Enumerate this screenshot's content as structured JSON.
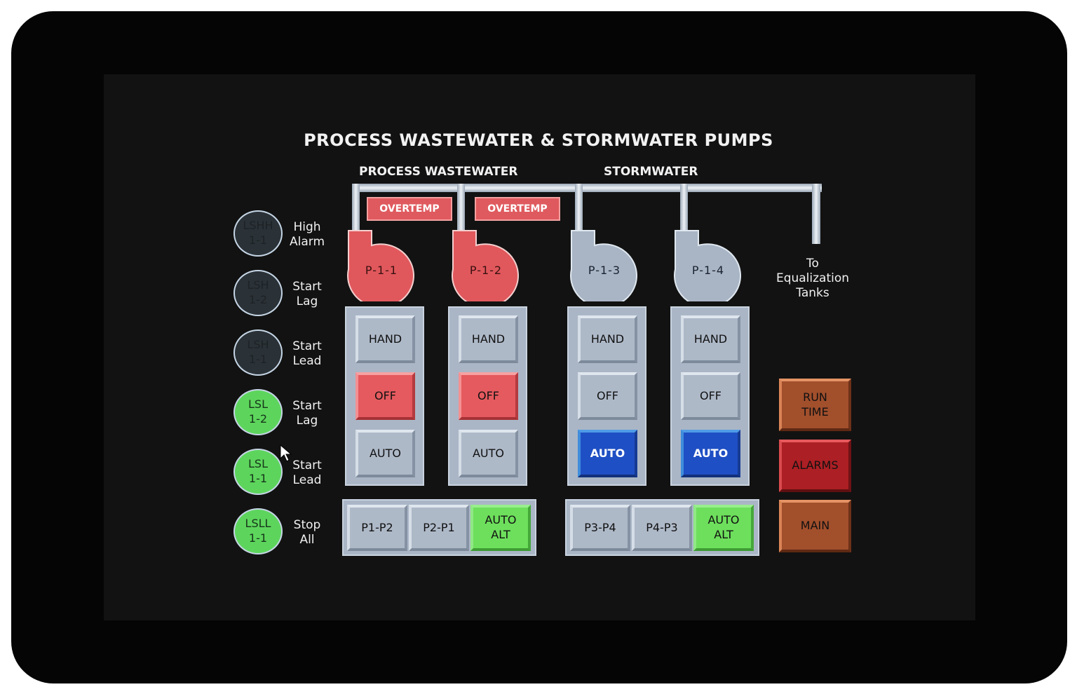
{
  "title": "PROCESS WASTEWATER & STORMWATER PUMPS",
  "sections": {
    "process": "PROCESS WASTEWATER",
    "storm": "STORMWATER"
  },
  "alarms": [
    "OVERTEMP",
    "OVERTEMP"
  ],
  "pumps": [
    {
      "id": "P-1-1",
      "state_color": "#e0585c"
    },
    {
      "id": "P-1-2",
      "state_color": "#e0585c"
    },
    {
      "id": "P-1-3",
      "state_color": "#a9b5c5"
    },
    {
      "id": "P-1-4",
      "state_color": "#a9b5c5"
    }
  ],
  "mode_labels": {
    "hand": "HAND",
    "off": "OFF",
    "auto": "AUTO"
  },
  "pump_modes": [
    "OFF",
    "OFF",
    "AUTO",
    "AUTO"
  ],
  "level_switches": [
    {
      "tag": "LSHH",
      "num": "1-1",
      "label1": "High",
      "label2": "Alarm",
      "active": false
    },
    {
      "tag": "LSH",
      "num": "1-2",
      "label1": "Start",
      "label2": "Lag",
      "active": false
    },
    {
      "tag": "LSH",
      "num": "1-1",
      "label1": "Start",
      "label2": "Lead",
      "active": false
    },
    {
      "tag": "LSL",
      "num": "1-2",
      "label1": "Start",
      "label2": "Lag",
      "active": true
    },
    {
      "tag": "LSL",
      "num": "1-1",
      "label1": "Start",
      "label2": "Lead",
      "active": true
    },
    {
      "tag": "LSLL",
      "num": "1-1",
      "label1": "Stop",
      "label2": "All",
      "active": true
    }
  ],
  "alternation": [
    {
      "opt1": "P1-P2",
      "opt2": "P2-P1",
      "auto1": "AUTO",
      "auto2": "ALT",
      "selected": "AUTO ALT"
    },
    {
      "opt1": "P3-P4",
      "opt2": "P4-P3",
      "auto1": "AUTO",
      "auto2": "ALT",
      "selected": "AUTO ALT"
    }
  ],
  "destination": {
    "line1": "To",
    "line2": "Equalization",
    "line3": "Tanks"
  },
  "nav": {
    "run1": "RUN",
    "run2": "TIME",
    "alarms": "ALARMS",
    "main": "MAIN"
  },
  "colors": {
    "alarm_red": "#e0585c",
    "auto_blue": "#1f4fc4",
    "active_green": "#5dd55c",
    "nav_rust": "#a24f2c",
    "nav_crimson": "#ac1f24"
  }
}
